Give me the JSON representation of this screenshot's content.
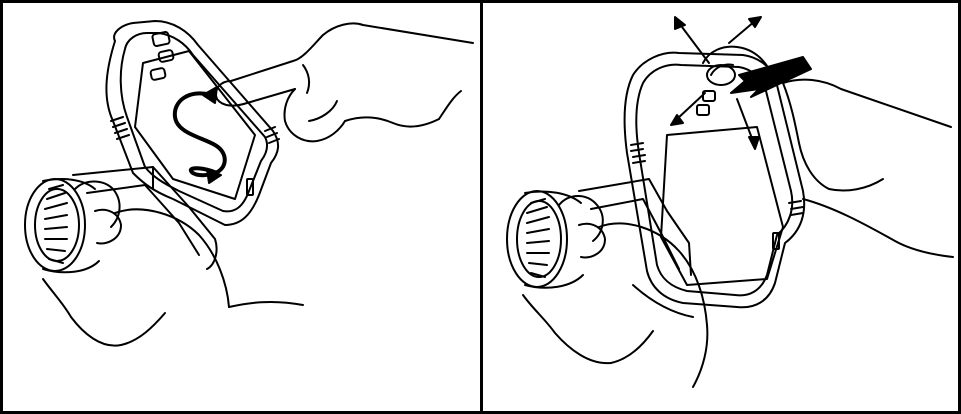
{
  "figure": {
    "panels": [
      {
        "subject": "thermal-camera-touchscreen-swipe",
        "gesture_icon": "s-curve-double-arrow"
      },
      {
        "subject": "thermal-camera-joystick-navigation",
        "gesture_icon": "four-direction-arrows-with-press-arrow"
      }
    ],
    "colors": {
      "line": "#000000",
      "background": "#ffffff"
    }
  }
}
